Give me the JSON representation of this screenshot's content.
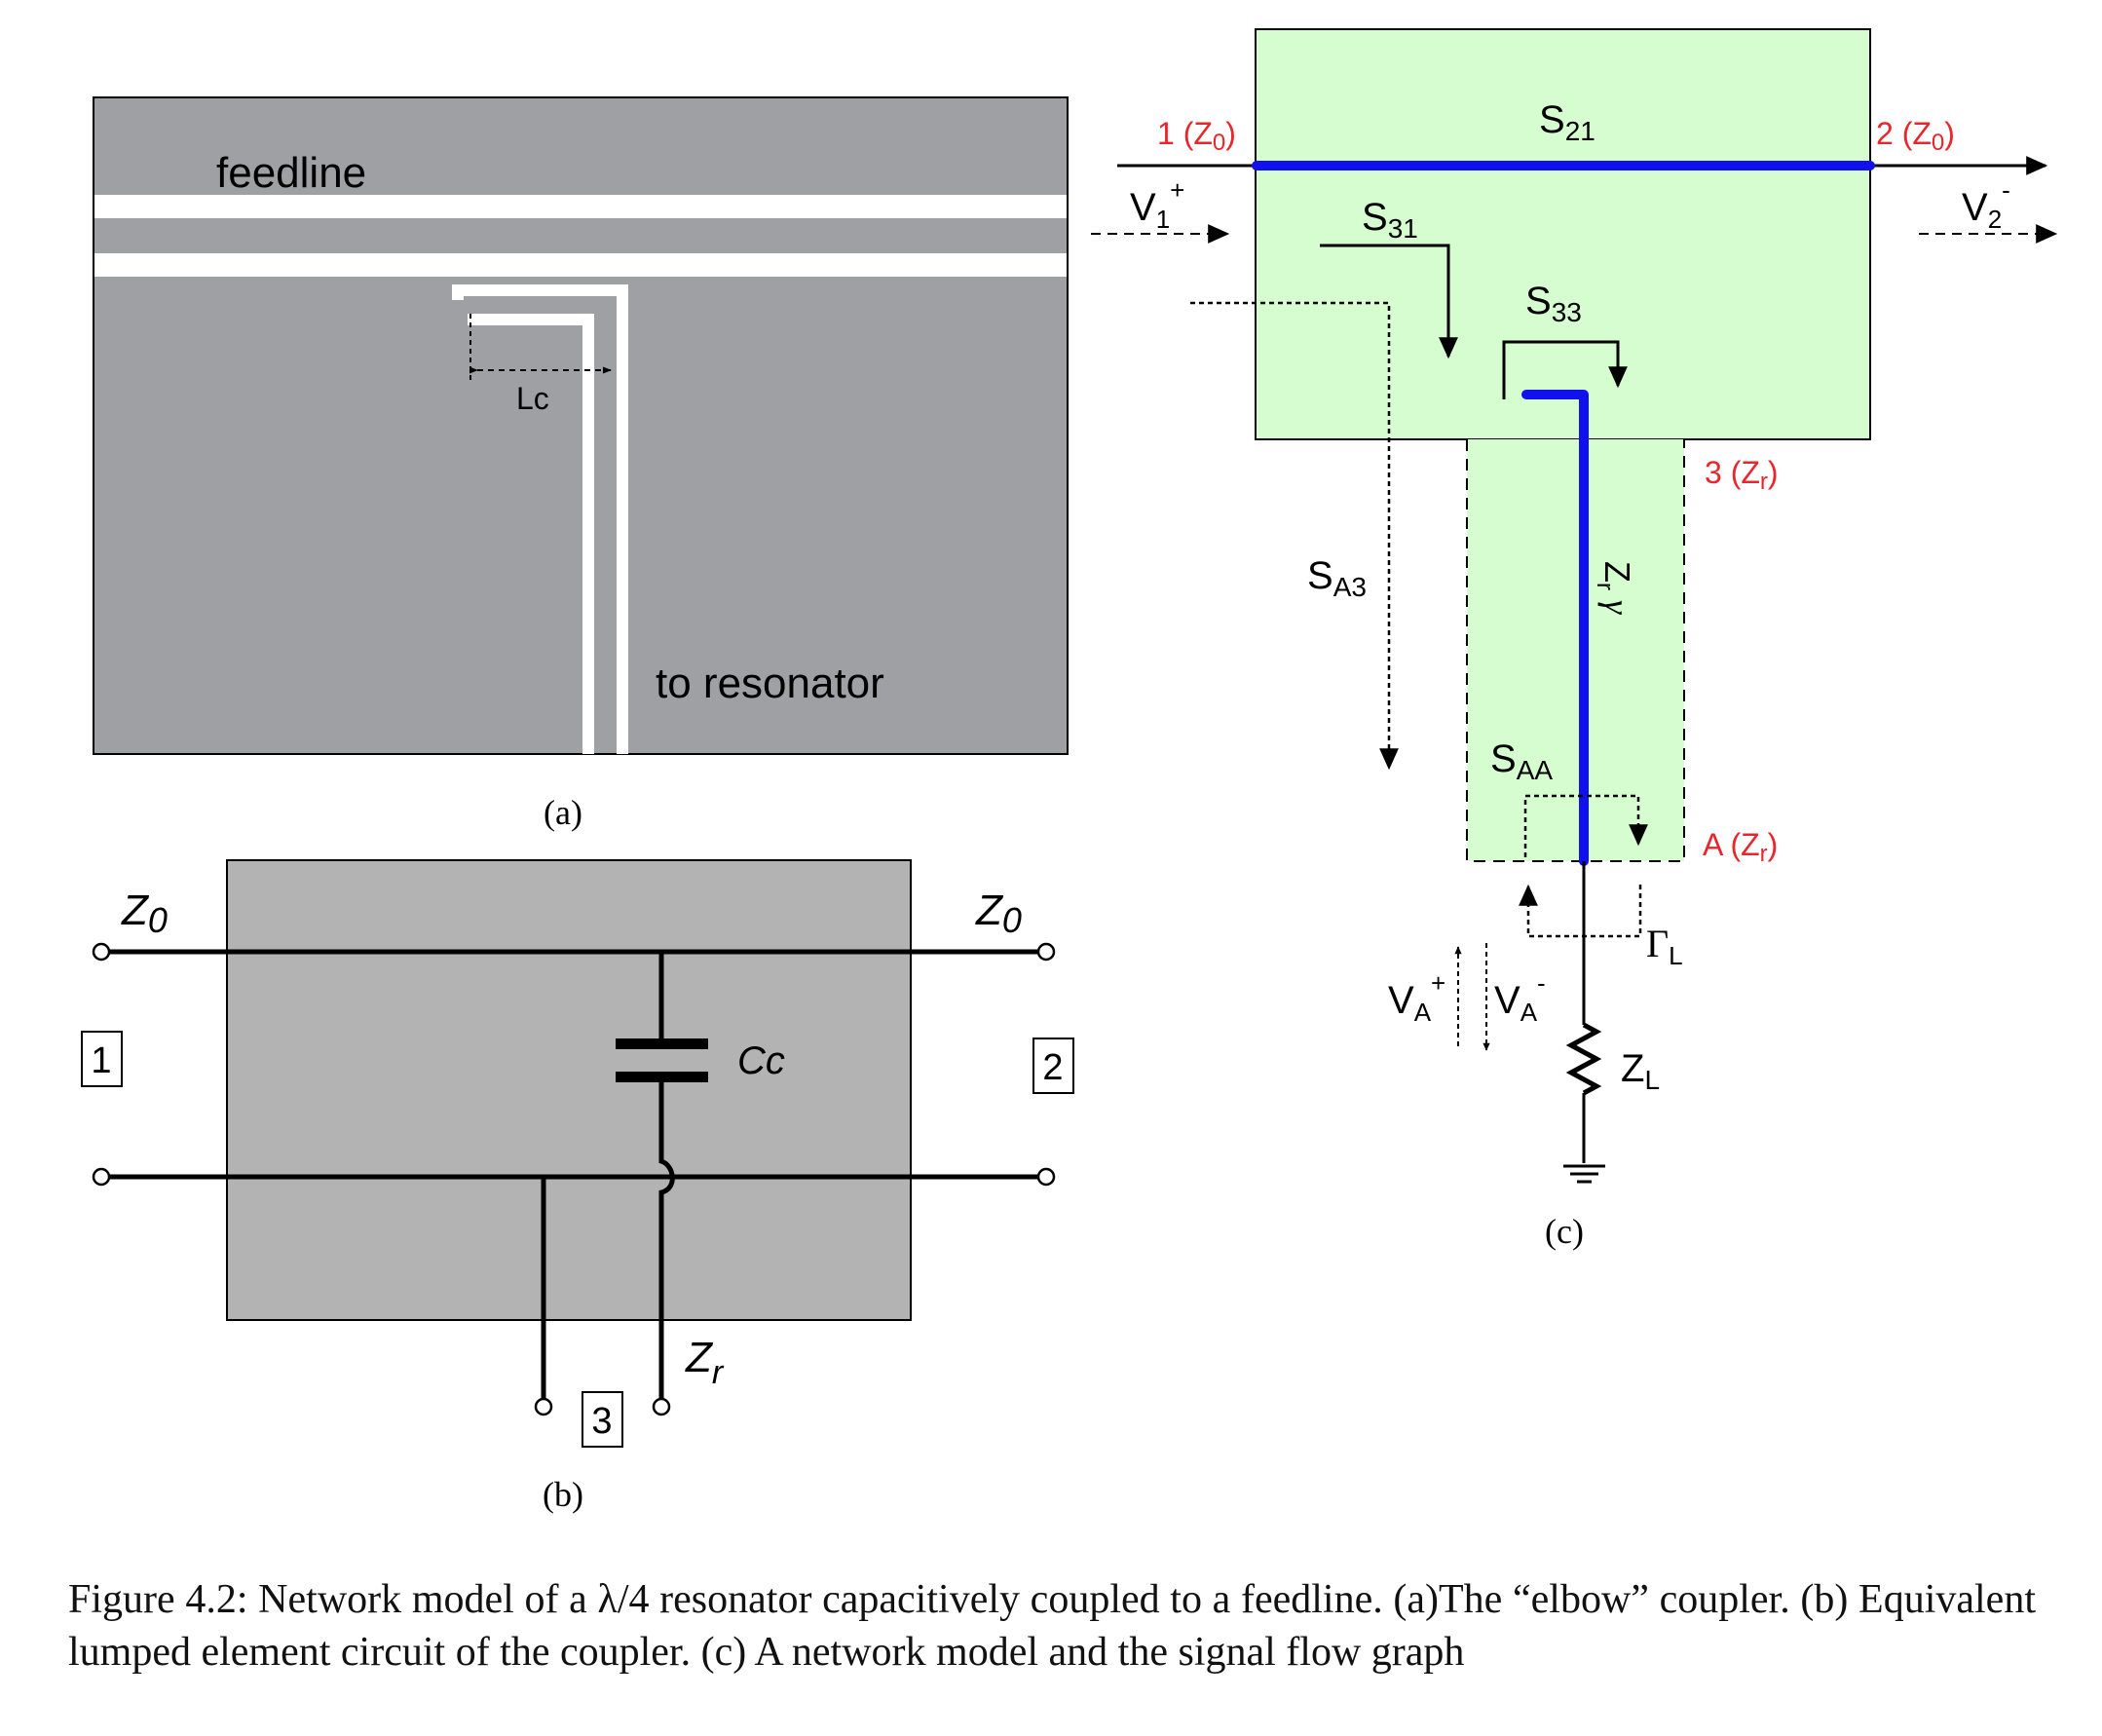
{
  "colors": {
    "panel_a_bg": "#9fa0a4",
    "panel_b_bg": "#b3b3b3",
    "panel_c_bg": "#d5fdd0",
    "trace": "#ffffff",
    "transmission_line": "#1111ee",
    "port_label": "#e8262c"
  },
  "panel_a": {
    "label": "(a)",
    "feedline_label": "feedline",
    "lc_label": "Lc",
    "resonator_label": "to resonator"
  },
  "panel_b": {
    "label": "(b)",
    "z0_left": "Z",
    "z0_left_sub": "0",
    "z0_right": "Z",
    "z0_right_sub": "0",
    "port1": "1",
    "port2": "2",
    "port3": "3",
    "capacitor": "Cc",
    "zr": "Z",
    "zr_sub": "r"
  },
  "panel_c": {
    "label": "(c)",
    "port1": {
      "a": "1 (Z",
      "sub": "0",
      "b": ")"
    },
    "port2": {
      "a": "2 (Z",
      "sub": "0",
      "b": ")"
    },
    "port3": {
      "a": "3 (Z",
      "sub": "r",
      "b": ")"
    },
    "portA": {
      "a": "A (Z",
      "sub": "r",
      "b": ")"
    },
    "s21": {
      "main": "S",
      "sub": "21"
    },
    "s31": {
      "main": "S",
      "sub": "31"
    },
    "s33": {
      "main": "S",
      "sub": "33"
    },
    "sa3": {
      "main": "S",
      "sub": "A3"
    },
    "saa": {
      "main": "S",
      "sub": "AA"
    },
    "v1": {
      "main": "V",
      "sub": "1",
      "sup": "+"
    },
    "v2": {
      "main": "V",
      "sub": "2",
      "sup": "-"
    },
    "va_plus": {
      "main": "V",
      "sub": "A",
      "sup": "+"
    },
    "va_minus": {
      "main": "V",
      "sub": "A",
      "sup": "-"
    },
    "gamma": {
      "main": "Γ",
      "sub": "L"
    },
    "zl": {
      "main": "Z",
      "sub": "L"
    },
    "line_z": "Z",
    "line_z_sub": "r",
    "line_gamma": "γ"
  },
  "caption": "Figure 4.2: Network model of a λ/4 resonator capacitively coupled to a feedline. (a)The “elbow” coupler. (b) Equivalent lumped element circuit of the coupler. (c) A network model and the signal flow graph"
}
